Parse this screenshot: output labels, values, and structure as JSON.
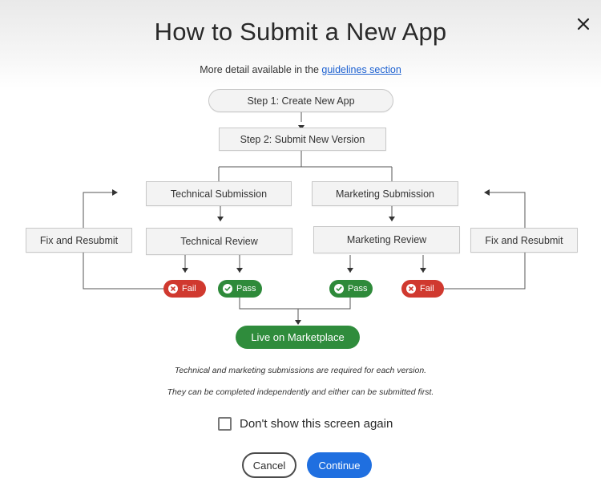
{
  "dialog": {
    "title": "How to Submit a New App",
    "subtitle_prefix": "More detail available in the ",
    "subtitle_link": "guidelines section",
    "close_icon": "close-icon"
  },
  "flow": {
    "step1": "Step 1: Create New App",
    "step2": "Step 2: Submit New Version",
    "technical_submission": "Technical Submission",
    "marketing_submission": "Marketing Submission",
    "technical_review": "Technical Review",
    "marketing_review": "Marketing Review",
    "fix_left": "Fix and Resubmit",
    "fix_right": "Fix and Resubmit",
    "fail": "Fail",
    "pass": "Pass",
    "live": "Live on Marketplace",
    "colors": {
      "fail": "#d0392f",
      "pass": "#2e8a3a",
      "live": "#2f8c3c"
    }
  },
  "notes": {
    "line1": "Technical and marketing submissions are required for each version.",
    "line2": "They can be completed independently and either can be submitted first."
  },
  "checkbox": {
    "label": "Don't show this screen again",
    "checked": false
  },
  "buttons": {
    "cancel": "Cancel",
    "continue": "Continue",
    "accent": "#1f6fe0"
  }
}
